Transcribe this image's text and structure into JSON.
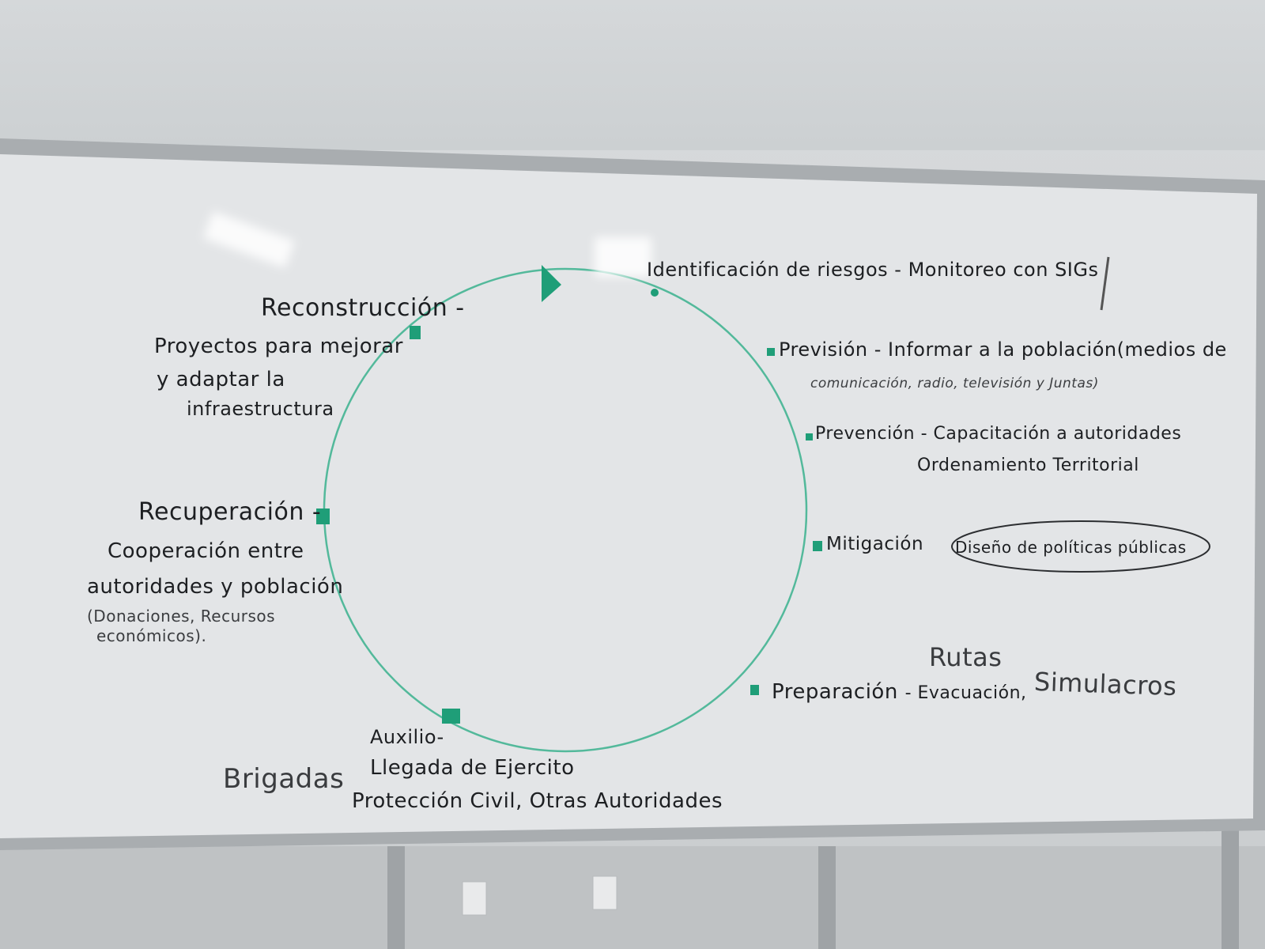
{
  "colors": {
    "marker_green": "#1f9e78",
    "marker_black": "#1d1f22",
    "board_white": "#e3e5e7",
    "frame_gray": "#a9adb0"
  },
  "diagram": {
    "top": {
      "label": "Identificación de riesgos",
      "note": "- Monitoreo con SIGs"
    },
    "prevision": {
      "label": "Previsión",
      "note_line1": "- Informar a la población(medios de",
      "note_line2": "comunicación, radio, televisión y Juntas)"
    },
    "prevencion": {
      "label": "Prevención",
      "note_line1": "- Capacitación a autoridades",
      "note_line2": "Ordenamiento Territorial"
    },
    "mitigacion": {
      "label": "Mitigación",
      "note": "Diseño de políticas públicas"
    },
    "preparacion": {
      "label": "Preparación",
      "note": "- Evacuación,",
      "extra1": "Rutas",
      "extra2": "Simulacros"
    },
    "auxilio": {
      "label": "Auxilio-",
      "line1": "Llegada de Ejercito",
      "line2": "Protección Civil, Otras Autoridades",
      "side": "Brigadas"
    },
    "recuperacion": {
      "label": "Recuperación -",
      "line1": "Cooperación entre",
      "line2": "autoridades y población",
      "line3": "(Donaciones, Recursos",
      "line4": "económicos)."
    },
    "reconstruccion": {
      "label": "Reconstrucción -",
      "line1": "Proyectos para mejorar",
      "line2": "y adaptar la",
      "line3": "infraestructura"
    }
  }
}
